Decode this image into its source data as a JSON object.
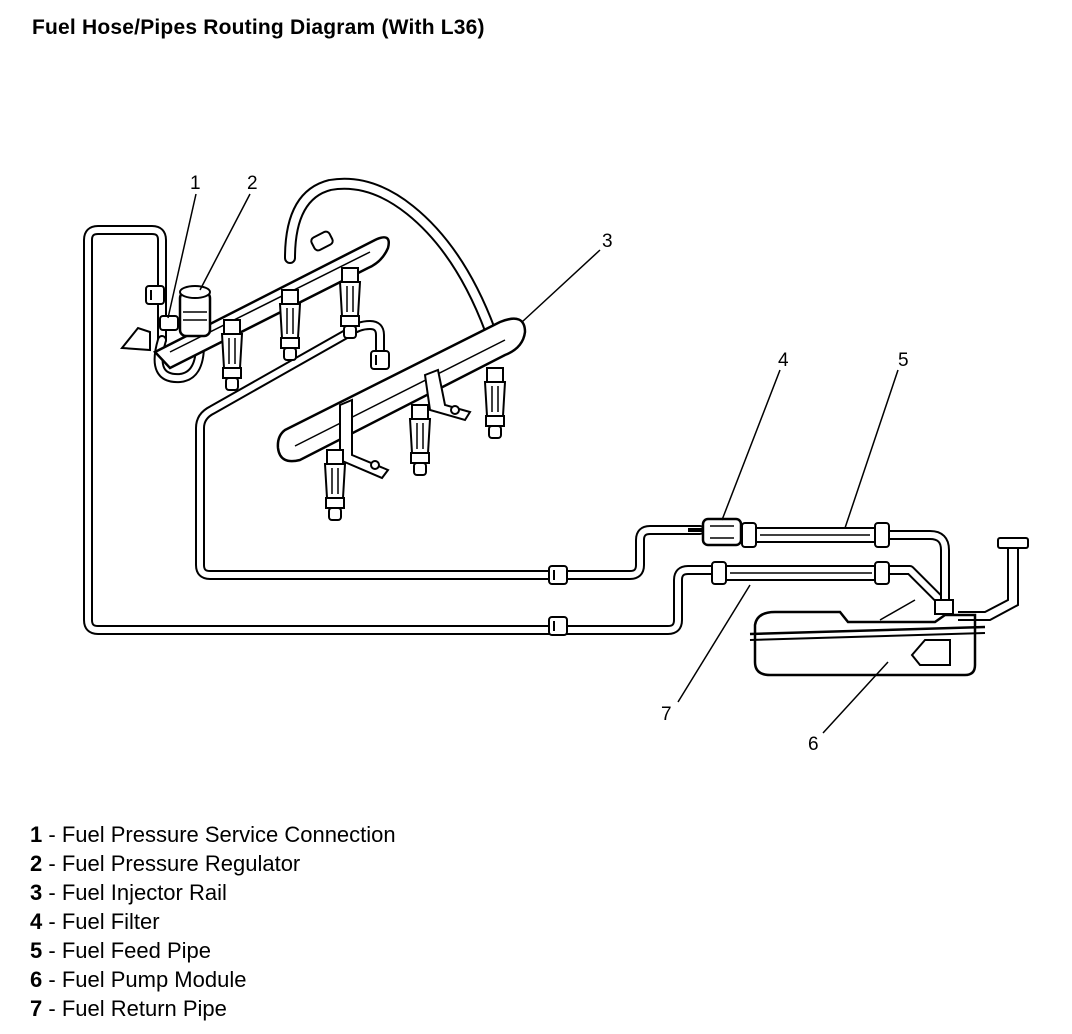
{
  "title": "Fuel Hose/Pipes Routing Diagram (With L36)",
  "callouts": [
    "1",
    "2",
    "3",
    "4",
    "5",
    "6",
    "7"
  ],
  "legend": [
    {
      "num": "1",
      "sep": " - ",
      "label": "Fuel Pressure Service Connection"
    },
    {
      "num": "2",
      "sep": " - ",
      "label": "Fuel Pressure Regulator"
    },
    {
      "num": "3",
      "sep": " - ",
      "label": "Fuel Injector Rail"
    },
    {
      "num": "4",
      "sep": " - ",
      "label": "Fuel Filter"
    },
    {
      "num": "5",
      "sep": " - ",
      "label": "Fuel Feed Pipe"
    },
    {
      "num": "6",
      "sep": " - ",
      "label": "Fuel Pump Module"
    },
    {
      "num": "7",
      "sep": " - ",
      "label": "Fuel Return Pipe"
    }
  ]
}
